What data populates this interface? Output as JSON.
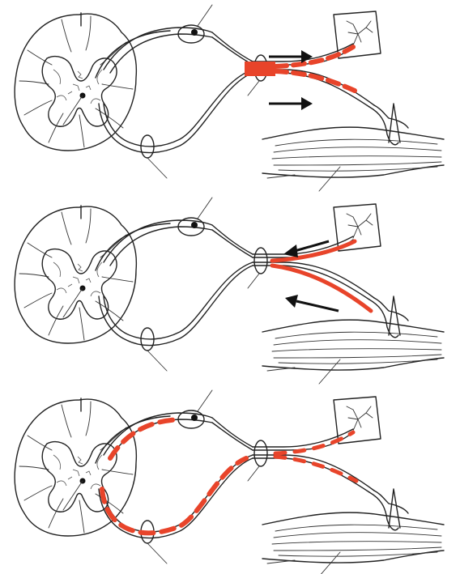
{
  "figure": {
    "panels": [
      {
        "id": "panel-1",
        "arrows": "outward"
      },
      {
        "id": "panel-2",
        "arrows": "inward"
      },
      {
        "id": "panel-3",
        "arrows": "none"
      }
    ],
    "colors": {
      "line": "#222222",
      "highlight": "#e8442a",
      "background": "#ffffff"
    },
    "parts": [
      "spinal-cord-cross-section",
      "dorsal-root-ganglion",
      "dorsal-root",
      "ventral-root",
      "spinal-nerve",
      "skin-receptor",
      "skeletal-muscle",
      "neuromuscular-junction"
    ]
  }
}
